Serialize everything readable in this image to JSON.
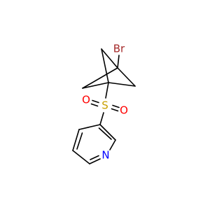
{
  "molecule": {
    "atoms": {
      "br": {
        "symbol": "Br",
        "color": "#a52a2a"
      },
      "s": {
        "symbol": "S",
        "color": "#c8a000"
      },
      "o_left": {
        "symbol": "O",
        "color": "#ff0000"
      },
      "o_right": {
        "symbol": "O",
        "color": "#ff0000"
      },
      "n": {
        "symbol": "N",
        "color": "#0000ff"
      }
    },
    "bond_color": "#000000"
  }
}
